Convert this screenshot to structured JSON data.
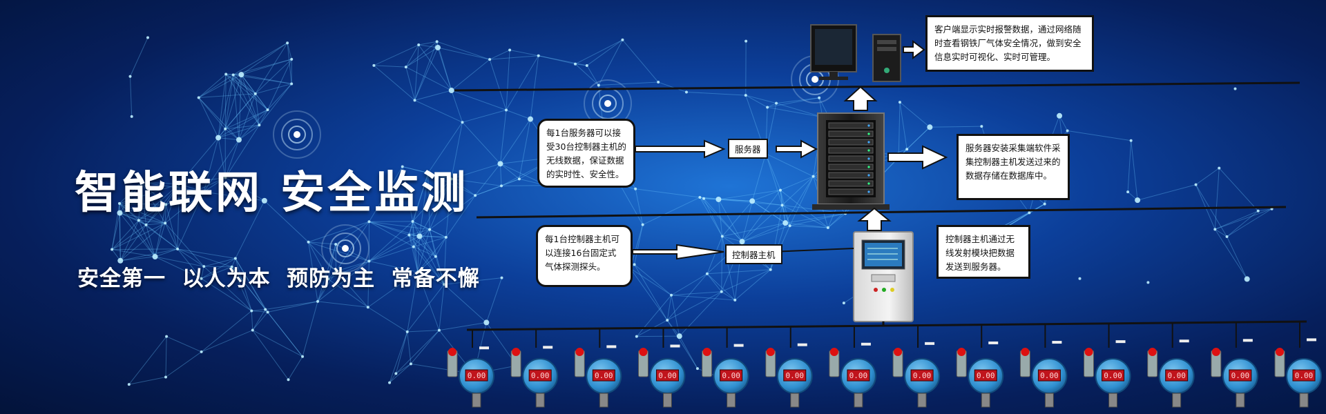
{
  "headline": "智能联网  安全监测",
  "tagline": "安全第一  以人为本  预防为主  常备不懈",
  "notes": {
    "client": "客户端显示实时报警数据，通过网络随时查看钢铁厂气体安全情况，做到安全信息实时可视化、实时可管理。",
    "server_capacity": "每1台服务器可以接受30台控制器主机的无线数据，保证数据的实时性、安全性。",
    "server_software": "服务器安装采集端软件采集控制器主机发送过来的数据存储在数据库中。",
    "controller_capacity": "每1台控制器主机可以连接16台固定式气体探测探头。",
    "controller_wireless": "控制器主机通过无线发射模块把数据发送到服务器。"
  },
  "labels": {
    "server": "服务器",
    "controller": "控制器主机"
  },
  "detector_display": "0.00",
  "detector_count": 14,
  "icons": [
    "monitor-icon",
    "pc-tower-icon",
    "server-rack-icon",
    "controller-cabinet-icon",
    "gas-detector-icon"
  ],
  "colors": {
    "background": "#0c3f9a",
    "network_glow": "#7fd6ff",
    "detector_body": "#2f8fd0",
    "detector_display": "#c0141c"
  }
}
